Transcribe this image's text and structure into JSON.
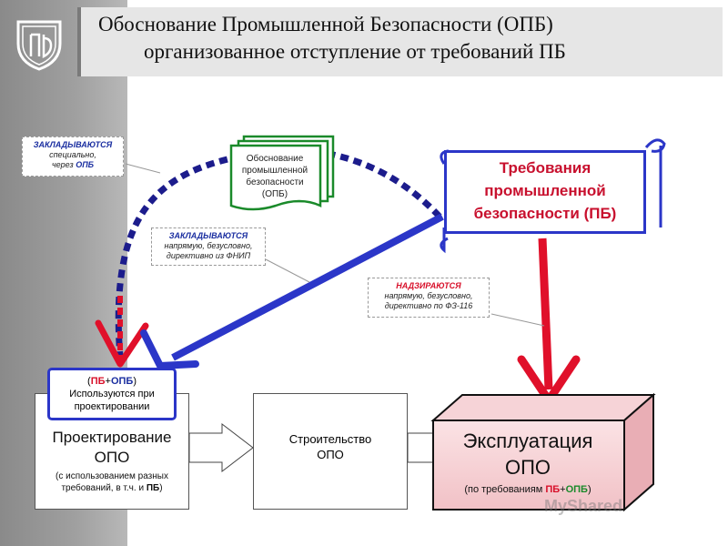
{
  "title": {
    "line1": "Обоснование Промышленной Безопасности (ОПБ)",
    "line2": "организованное отступление от требований ПБ"
  },
  "notes": {
    "embedded_special": {
      "head": "ЗАКЛАДЫВАЮТСЯ",
      "line2": "специально,",
      "line3_prefix": "через ",
      "line3_hl": "ОПБ"
    },
    "embedded_direct": {
      "head": "ЗАКЛАДЫВАЮТСЯ",
      "line2": "напрямую, безусловно,",
      "line3": "директивно из ФНИП"
    },
    "supervised": {
      "head": "НАДЗИРАЮТСЯ",
      "line2": "напрямую, безусловно,",
      "line3": "директивно по ФЗ-116"
    }
  },
  "document": {
    "lines": [
      "Обоснование",
      "промышленной",
      "безопасности",
      "(ОПБ)"
    ]
  },
  "requirements": {
    "lines": [
      "Требования",
      "промышленной",
      "безопасности (ПБ)"
    ]
  },
  "used_in_design": {
    "open": "(",
    "pb": "ПБ",
    "plus": "+",
    "opb": "ОПБ",
    "close": ")",
    "line2": "Используются при",
    "line3": "проектировании"
  },
  "stages": {
    "design": {
      "line1": "Проектирование",
      "line2": "ОПО",
      "note_prefix": "(с использованием разных требований, в т.ч. и ",
      "note_hl": "ПБ",
      "note_suffix": ")"
    },
    "build": {
      "line1": "Строительство",
      "line2": "ОПО"
    },
    "operation": {
      "line1": "Эксплуатация",
      "line2": "ОПО",
      "note_prefix": "(по требованиям ",
      "note_pb": "ПБ",
      "note_plus": "+",
      "note_opb": "ОПБ",
      "note_suffix": ")"
    }
  },
  "watermark": "MyShared",
  "colors": {
    "blue": "#2b36c8",
    "navy": "#1c1c8c",
    "red": "#e0102a",
    "pink": "#f4c8cc",
    "green": "#1a8a2a"
  }
}
